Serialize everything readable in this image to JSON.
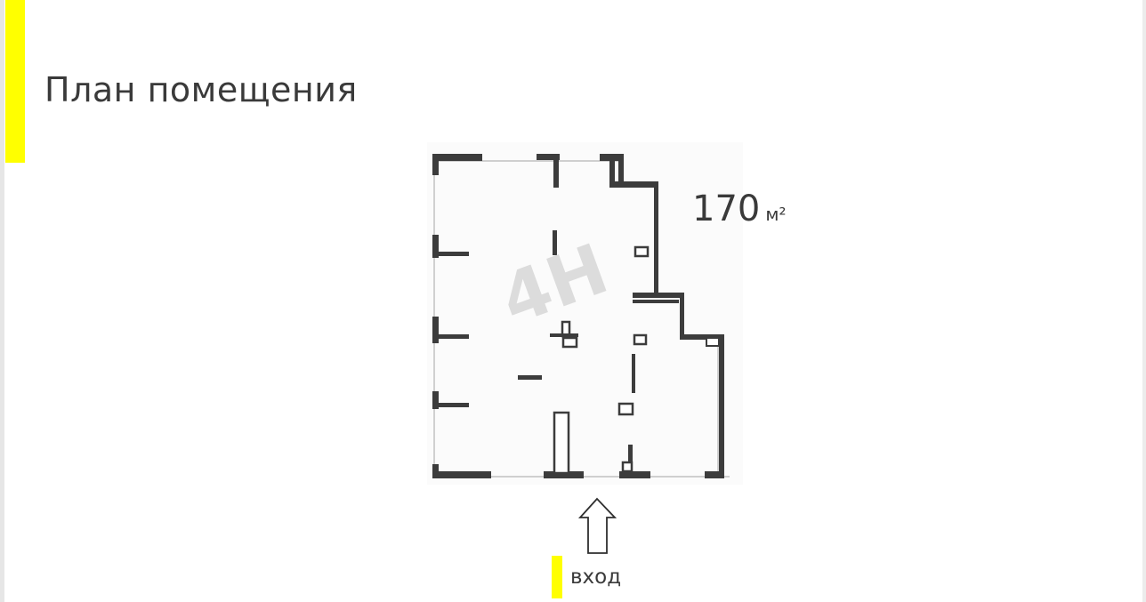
{
  "header": {
    "title": "План помещения"
  },
  "plan": {
    "area_value": "170",
    "area_unit": "м²",
    "watermark": "4H",
    "entry_label": "вход"
  },
  "colors": {
    "accent": "#ffff00",
    "wall": "#3c3c3c",
    "watermark": "#dcdcdc"
  },
  "icons": [
    "entry-arrow-icon"
  ]
}
